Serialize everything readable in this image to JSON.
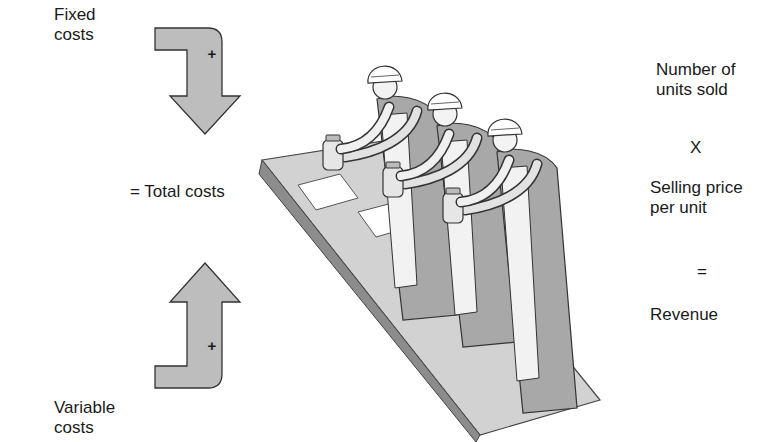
{
  "diagram": {
    "nodes": [
      {
        "text": [
          "+"
        ]
      },
      {
        "text": [
          "+"
        ]
      }
    ],
    "labels": [
      "Fixed costs",
      "= Total costs",
      "Variable costs",
      "Number of units sold",
      "X",
      "Selling price per unit",
      "=",
      "Revenue"
    ]
  }
}
